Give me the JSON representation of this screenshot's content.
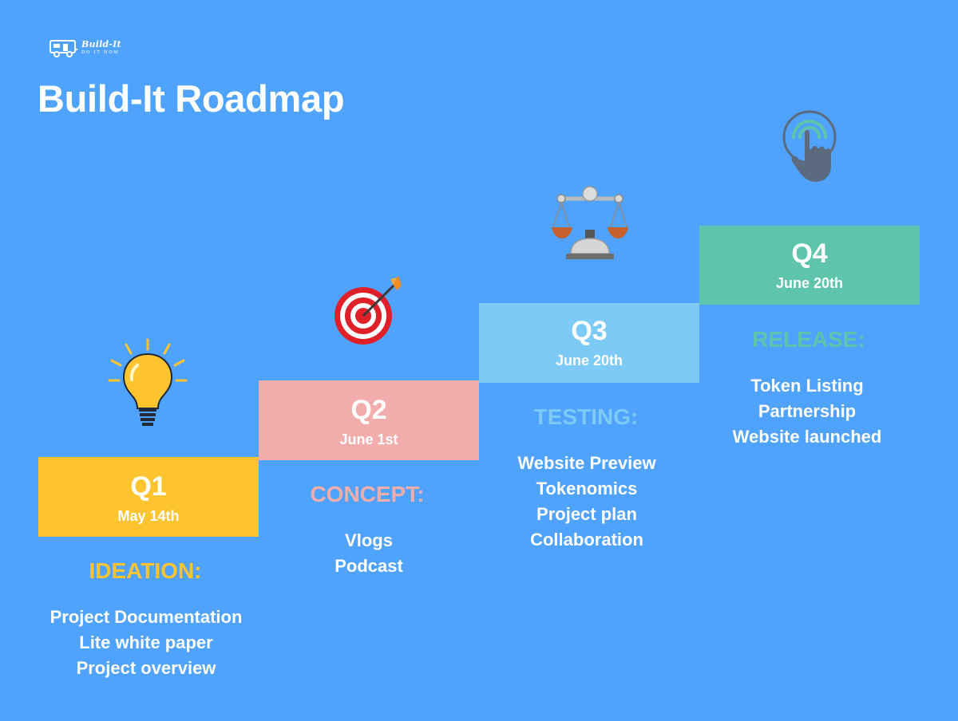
{
  "logo": {
    "name": "Build-It",
    "tagline": "DO IT NOW"
  },
  "title": "Build-It Roadmap",
  "colors": {
    "background": "#4fa3fd",
    "q1": "#fec42f",
    "q2": "#f1adac",
    "q3": "#7ccaf5",
    "q4": "#5fc4ac"
  },
  "quarters": [
    {
      "label": "Q1",
      "date": "May 14th",
      "phase": "IDEATION:",
      "icon": "light-bulb-icon",
      "items": [
        "Project Documentation",
        "Lite white paper",
        "Project overview"
      ]
    },
    {
      "label": "Q2",
      "date": "June 1st",
      "phase": "CONCEPT:",
      "icon": "target-icon",
      "items": [
        "Vlogs",
        "Podcast"
      ]
    },
    {
      "label": "Q3",
      "date": "June 20th",
      "phase": "TESTING:",
      "icon": "balance-scale-icon",
      "items": [
        "Website Preview",
        "Tokenomics",
        "Project plan",
        "Collaboration"
      ]
    },
    {
      "label": "Q4",
      "date": "June 20th",
      "phase": "RELEASE:",
      "icon": "tap-finger-icon",
      "items": [
        "Token Listing",
        "Partnership",
        "Website launched"
      ]
    }
  ]
}
